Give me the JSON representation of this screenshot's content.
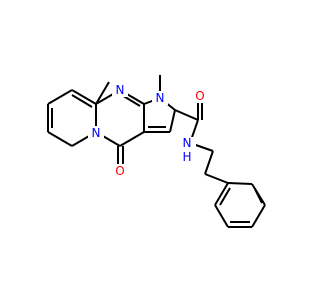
{
  "molecule": {
    "atoms": {
      "n_top_ring": "N",
      "n_bridge": "N",
      "n_pyrrole": "N",
      "n_amide": "N",
      "h_amide": "H",
      "o_carbonyl_ring": "O",
      "o_amide": "O"
    }
  },
  "colors": {
    "nitrogen": "#0000ff",
    "oxygen": "#ff0000",
    "bond": "#000000",
    "background": "#ffffff"
  }
}
